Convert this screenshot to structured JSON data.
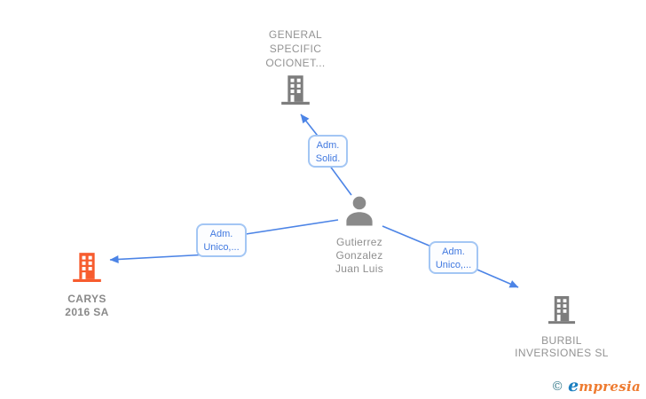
{
  "diagram": {
    "type": "corporate-relationship-graph",
    "background": "#ffffff"
  },
  "colors": {
    "edge_blue": "#4c84e6",
    "edge_label_border": "#a3c6f4",
    "edge_label_bg": "#fcfdff",
    "edge_label_text": "#4179e0",
    "company_icon_gray": "#7d7d7d",
    "company_icon_orange": "#f75c2e",
    "person_icon_gray": "#8a8a8a",
    "node_text_gray": "#939393",
    "logo_copyright": "#3a7d8e",
    "logo_blue": "#1b7fc0",
    "logo_orange": "#ee7b30"
  },
  "nodes": {
    "general": {
      "lines": [
        "GENERAL",
        "SPECIFIC",
        "OCIONET..."
      ],
      "icon": "building-icon",
      "icon_color": "#7d7d7d"
    },
    "person": {
      "lines": [
        "Gutierrez",
        "Gonzalez",
        "Juan Luis"
      ],
      "icon": "person-icon",
      "icon_color": "#8a8a8a"
    },
    "carys": {
      "lines": [
        "CARYS",
        "2016 SA"
      ],
      "icon": "building-icon",
      "icon_color": "#f75c2e"
    },
    "burbil": {
      "lines": [
        "BURBIL",
        "INVERSIONES SL"
      ],
      "icon": "building-icon",
      "icon_color": "#7d7d7d"
    }
  },
  "edges": {
    "person_general": {
      "from": "person",
      "to": "general",
      "label_lines": [
        "Adm.",
        "Solid."
      ]
    },
    "person_carys": {
      "from": "person",
      "to": "carys",
      "label_lines": [
        "Adm.",
        "Unico,..."
      ]
    },
    "person_burbil": {
      "from": "person",
      "to": "burbil",
      "label_lines": [
        "Adm.",
        "Unico,..."
      ]
    }
  },
  "footer": {
    "copyright_symbol": "©",
    "brand_initial": "e",
    "brand_rest": "mpresia"
  }
}
